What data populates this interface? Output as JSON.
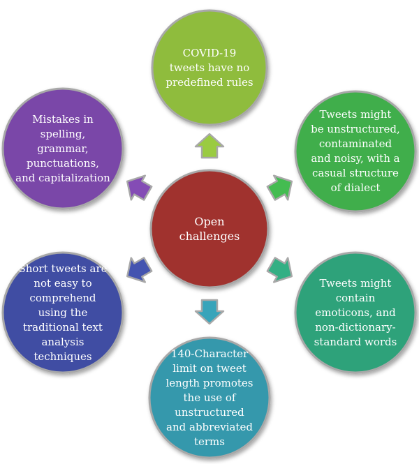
{
  "center": {
    "label": "Open\nchallenges",
    "color": "#a0302f"
  },
  "nodes": [
    {
      "id": "top",
      "label": "COVID-19\ntweets have no\npredefined rules",
      "color": "#8fbc3c"
    },
    {
      "id": "top-right",
      "label": "Tweets might\nbe unstructured,\ncontaminated\nand noisy, with a\ncasual structure\nof dialect",
      "color": "#3fae4b"
    },
    {
      "id": "bottom-right",
      "label": "Tweets might\ncontain\nemoticons, and\nnon-dictionary-\nstandard words",
      "color": "#2fa27a"
    },
    {
      "id": "bottom",
      "label": "140-Character\nlimit on tweet\nlength promotes\nthe use of\nunstructured\nand abbreviated\nterms",
      "color": "#3498ac"
    },
    {
      "id": "bottom-left",
      "label": "Short tweets are\nnot easy to\ncomprehend\nusing the\ntraditional text\nanalysis\ntechniques",
      "color": "#3f4ea3"
    },
    {
      "id": "top-left",
      "label": "Mistakes in\nspelling,\ngrammar,\npunctuations,\nand capitalization",
      "color": "#7a46a8"
    }
  ]
}
